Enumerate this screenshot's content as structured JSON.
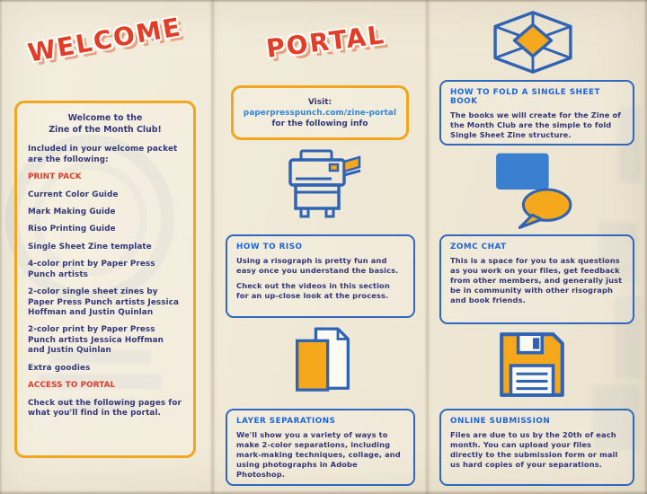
{
  "left": {
    "title": "WELCOME",
    "heading": "Welcome to the\nZine of the Month Club!",
    "intro": "Included in your welcome packet are the following:",
    "print_pack_label": "PRINT PACK",
    "items": [
      "Current Color Guide",
      "Mark Making Guide",
      "Riso Printing Guide",
      "Single Sheet Zine template",
      "4-color print by Paper Press Punch artists",
      "2-color single sheet zines by Paper Press Punch artists Jessica Hoffman and Justin Quinlan",
      "2-color print by Paper Press Punch artists Jessica Hoffman and Justin Quinlan",
      "Extra goodies"
    ],
    "access_label": "ACCESS TO PORTAL",
    "outro": "Check out the following pages for what you'll find in the portal."
  },
  "middle": {
    "title": "PORTAL",
    "visit": {
      "prefix": "Visit:",
      "url": "paperpresspunch.com/zine-portal",
      "suffix": "for the following info"
    },
    "riso": {
      "heading": "HOW TO RISO",
      "p1": "Using a risograph is pretty fun and easy once you understand the basics.",
      "p2": "Check out the videos in this section for an up-close look at the process."
    },
    "separations": {
      "heading": "LAYER SEPARATIONS",
      "p1": "We'll show you a variety of ways to make 2-color separations, including mark-making techniques, collage, and using photographs in Adobe Photoshop."
    }
  },
  "right": {
    "fold": {
      "heading": "HOW TO FOLD A SINGLE SHEET BOOK",
      "p1": "The books we will create for the Zine of the Month Club are the simple to fold Single Sheet Zine structure."
    },
    "chat": {
      "heading": "ZOMC CHAT",
      "p1": "This is a space for you to ask questions as you work on your files, get feedback from other members, and generally just be in community with other risograph and book friends."
    },
    "submission": {
      "heading": "ONLINE SUBMISSION",
      "p1": "Files are due to us by the 20th of each month. You can upload your files directly to the submission form or mail us hard copies of your separations."
    }
  },
  "colors": {
    "paper": "#f0e9d7",
    "red": "#e23d28",
    "yellow": "#f0a71f",
    "heading_blue": "#1e66d8",
    "navy": "#33387a",
    "link_blue": "#2f86df",
    "icon_blue": "#2e63b5"
  }
}
